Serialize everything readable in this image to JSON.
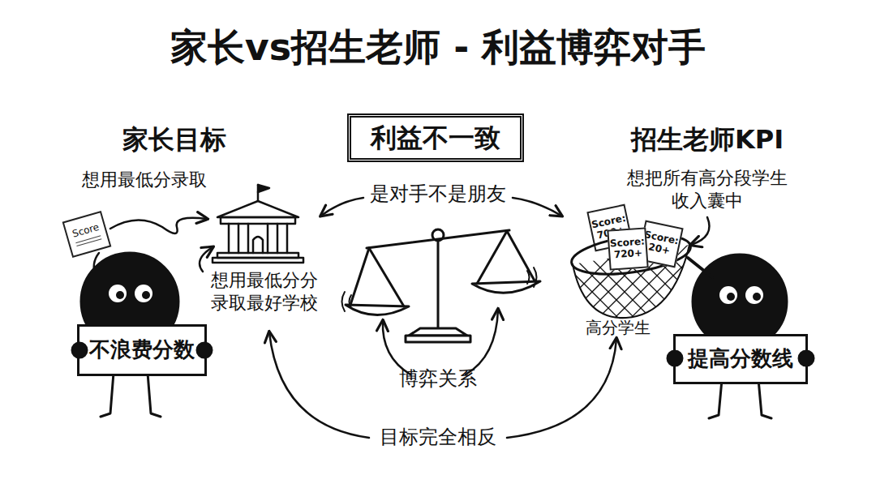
{
  "diagram": {
    "title": "家长vs招生老师 - 利益博弈对手",
    "nodes": [
      {
        "text": [
          "利益不一致"
        ]
      },
      {
        "text": [
          "Score"
        ]
      },
      {
        "text": [
          "Score: 700+"
        ]
      },
      {
        "text": [
          "Score: 720+"
        ]
      },
      {
        "text": [
          "Score: 20+"
        ]
      },
      {
        "text": [
          "不浪费分数"
        ]
      },
      {
        "text": [
          "提高分数线"
        ]
      }
    ],
    "labels": [
      "家长目标",
      "想用最低分录取",
      "想用最低分分录取最好学校",
      "是对手不是朋友",
      "博弈关系",
      "目标完全相反",
      "招生老师KPI",
      "想把所有高分段学生收入囊中",
      "高分学生"
    ]
  }
}
